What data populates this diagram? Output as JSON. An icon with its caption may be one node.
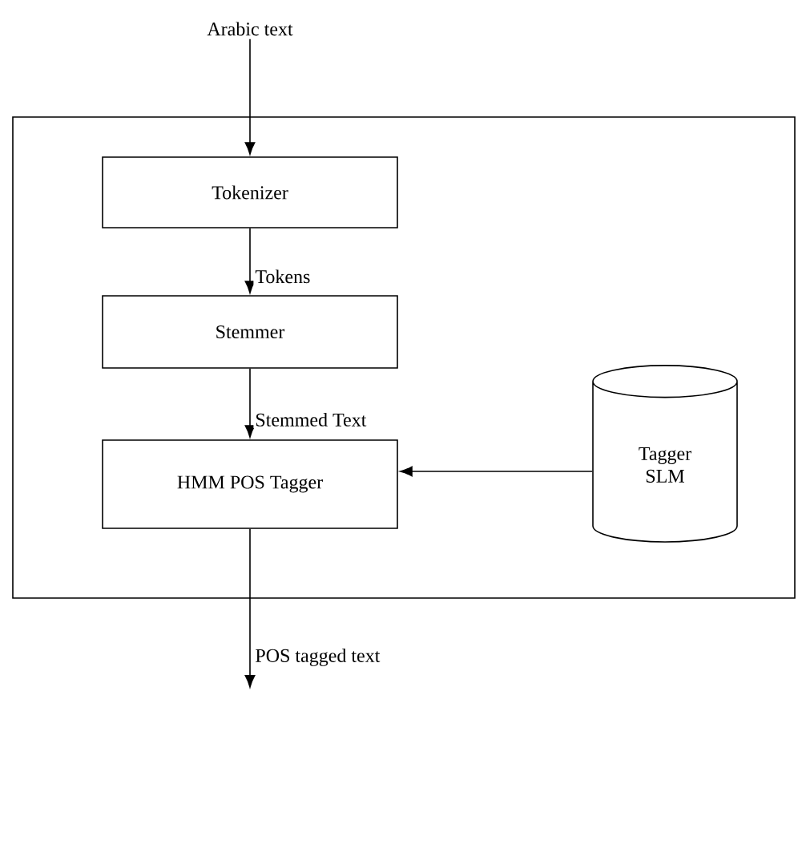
{
  "diagram": {
    "nodes": [
      {
        "text": [
          "Arabic text"
        ]
      },
      {
        "text": [],
        "shape": "box"
      },
      {
        "text": [
          "Tokenizer"
        ],
        "in": 1
      },
      {
        "text": [
          "Stemmer"
        ],
        "in": 1
      },
      {
        "text": [
          "HMM  POS Tagger"
        ],
        "in": 1
      },
      {
        "text": [
          "Tagger SLM"
        ],
        "in": 1
      }
    ],
    "edges": [
      {
        "from": 0,
        "to": 2,
        "arrow": "to"
      },
      {
        "from": 2,
        "to": 3,
        "arrow": "to",
        "label": "Tokens"
      },
      {
        "from": 3,
        "to": 4,
        "arrow": "to",
        "label": "Stemmed Text"
      },
      {
        "from": 5,
        "to": 4,
        "arrow": "to"
      },
      {
        "from": 4,
        "to": null,
        "arrow": "to",
        "label": "POS tagged text"
      }
    ]
  }
}
